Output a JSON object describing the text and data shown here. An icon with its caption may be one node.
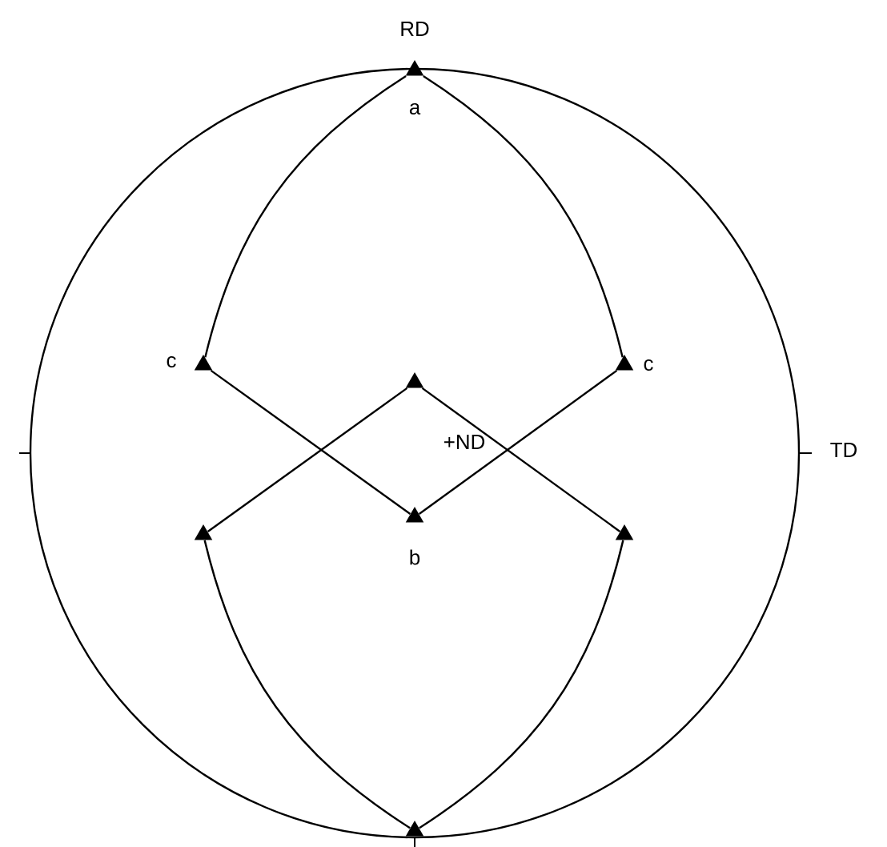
{
  "diagram": {
    "nodes": [
      {
        "text": [],
        "shape": "triangle",
        "beside": [
          "a"
        ]
      },
      {
        "text": [],
        "shape": "triangle",
        "beside": [
          "c"
        ]
      },
      {
        "text": [],
        "shape": "triangle"
      },
      {
        "text": [],
        "shape": "triangle",
        "beside": [
          "c"
        ]
      },
      {
        "text": [],
        "shape": "triangle",
        "beside": [
          "b"
        ]
      },
      {
        "text": [],
        "shape": "triangle"
      },
      {
        "text": [],
        "shape": "triangle"
      },
      {
        "text": [],
        "shape": "triangle"
      }
    ],
    "edges": [
      {
        "from": 0,
        "to": 1,
        "arrow": "none"
      },
      {
        "from": 0,
        "to": 3,
        "arrow": "none"
      },
      {
        "from": 1,
        "to": 4,
        "arrow": "none"
      },
      {
        "from": 3,
        "to": 4,
        "arrow": "none"
      },
      {
        "from": 2,
        "to": 5,
        "arrow": "none"
      },
      {
        "from": 2,
        "to": 6,
        "arrow": "none"
      },
      {
        "from": 5,
        "to": 7,
        "arrow": "none"
      },
      {
        "from": 6,
        "to": 7,
        "arrow": "none"
      }
    ],
    "labels": [
      "RD",
      "+ND",
      "TD"
    ]
  }
}
